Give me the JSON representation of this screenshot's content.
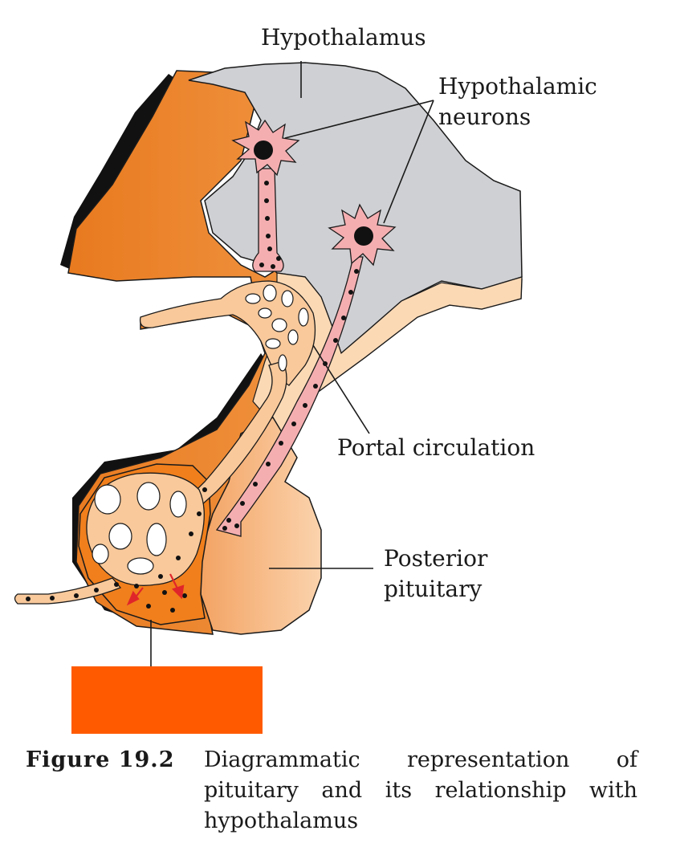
{
  "labels": {
    "hypothalamus": "Hypothalamus",
    "hypothalamic_neurons": [
      "Hypothalamic",
      "neurons"
    ],
    "portal_circulation": "Portal circulation",
    "posterior_pituitary": [
      "Posterior",
      "pituitary"
    ]
  },
  "redacted_box_color": "#ff5a00",
  "caption": {
    "number": "Figure 19.2",
    "text": "Diagrammatic representation of pituitary and its relationship with hypothalamus"
  },
  "colors": {
    "hypothalamus_fill": "#cfd0d3",
    "anterior_fill": "#f0892a",
    "posterior_fill": "#f6b67c",
    "stalk_fill": "#f9c99b",
    "neuron_fill": "#f5aeb0",
    "outline": "#1a1a1a",
    "arrow": "#e0252a"
  }
}
